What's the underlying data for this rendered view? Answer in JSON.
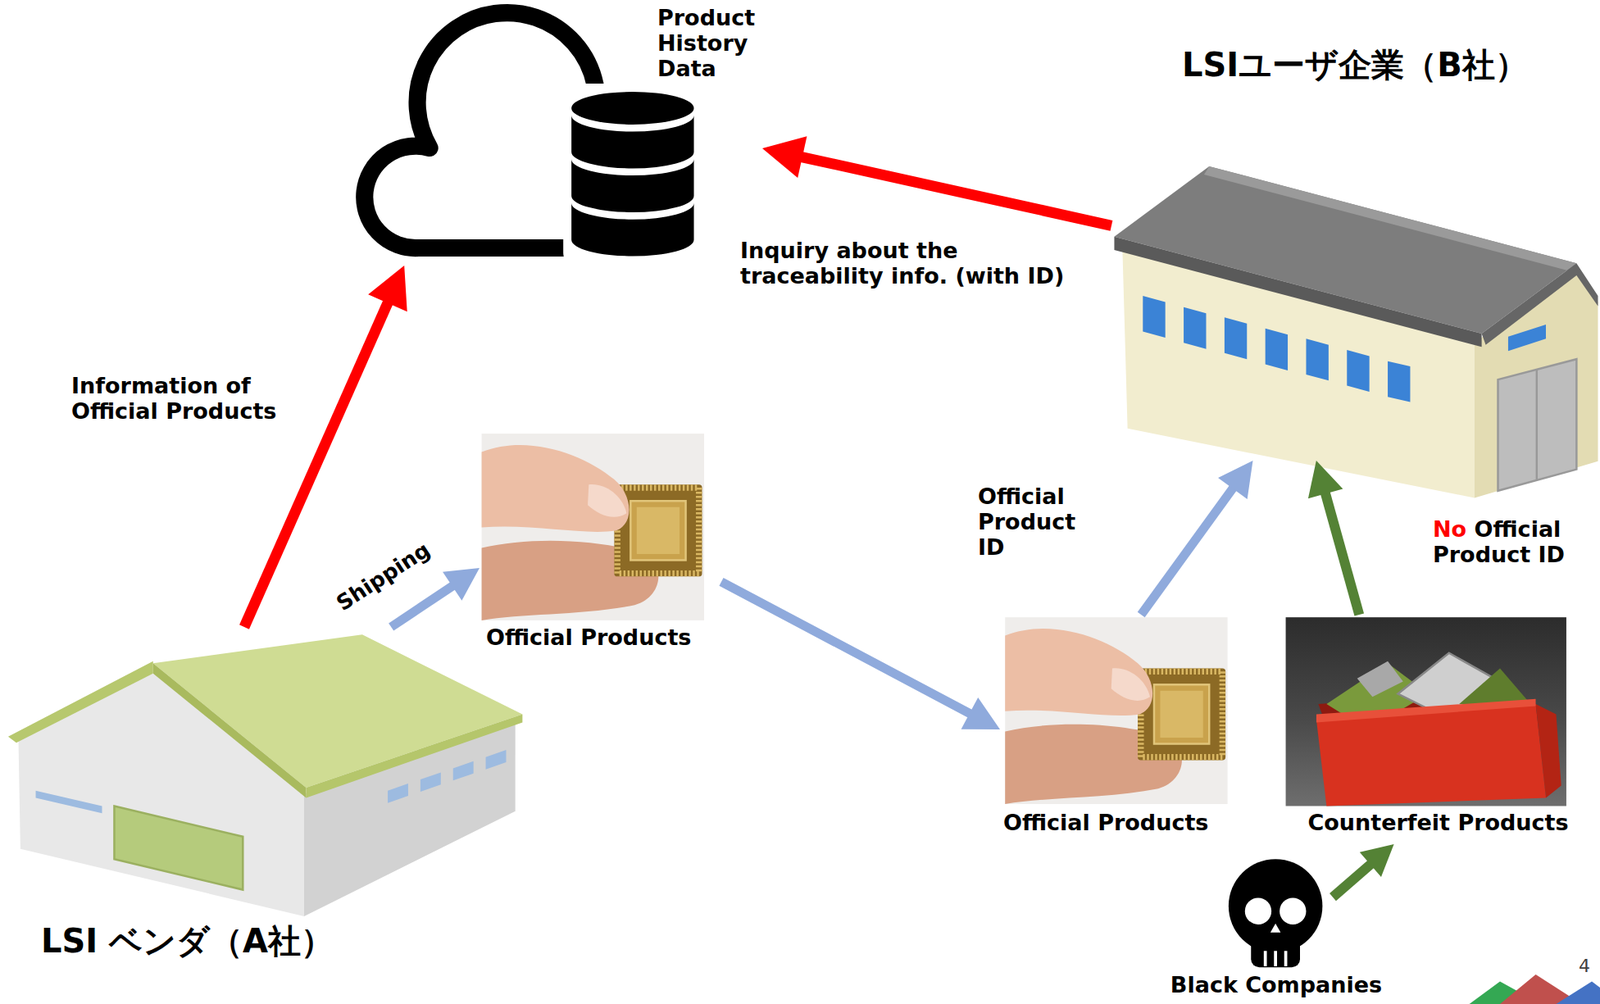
{
  "diagram": {
    "nodes": [
      {
        "text": [
          "Product History Data"
        ]
      },
      {
        "text": [
          "LSIユーザ企業（B社）"
        ]
      },
      {
        "text": [
          "Official Products"
        ]
      },
      {
        "text": [
          "Official Products"
        ]
      },
      {
        "text": [
          "Counterfeit Products"
        ]
      },
      {
        "text": [
          "LSI ベンダ（A社）"
        ]
      },
      {
        "text": [
          "Black Companies"
        ]
      }
    ],
    "edges": [
      {
        "from": 5,
        "to": 0,
        "label": "Information of Official Products",
        "arrow": "to"
      },
      {
        "from": 1,
        "to": 0,
        "label": "Inquiry about the traceability info. (with ID)",
        "arrow": "to"
      },
      {
        "from": 5,
        "to": 2,
        "label": "Shipping",
        "arrow": "to"
      },
      {
        "from": 2,
        "to": 3,
        "arrow": "to"
      },
      {
        "from": 3,
        "to": 1,
        "label": "Official Product ID",
        "arrow": "to"
      },
      {
        "from": 4,
        "to": 1,
        "label": "No Official Product ID",
        "arrow": "to"
      },
      {
        "from": 6,
        "to": 4,
        "arrow": "to"
      }
    ],
    "labels": [
      "4"
    ]
  }
}
